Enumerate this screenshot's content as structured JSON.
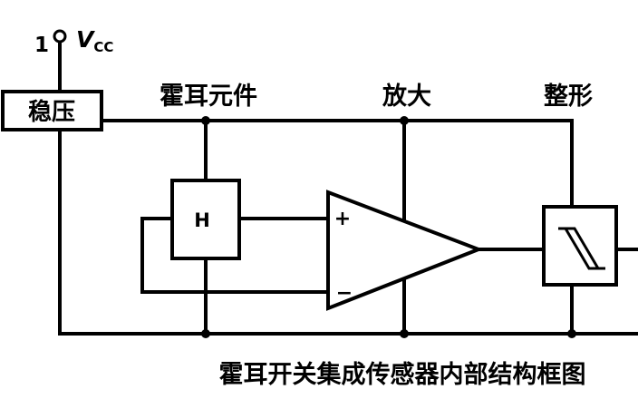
{
  "pin_number": "1",
  "supply_label": {
    "v": "V",
    "sub": "CC"
  },
  "regulator_label": "稳压",
  "hall_element_label": "霍耳元件",
  "hall_box_label": "H",
  "amplifier_label": "放大",
  "amp_plus": "+",
  "amp_minus": "−",
  "shaper_label": "整形",
  "caption": "霍耳开关集成传感器内部结构框图"
}
